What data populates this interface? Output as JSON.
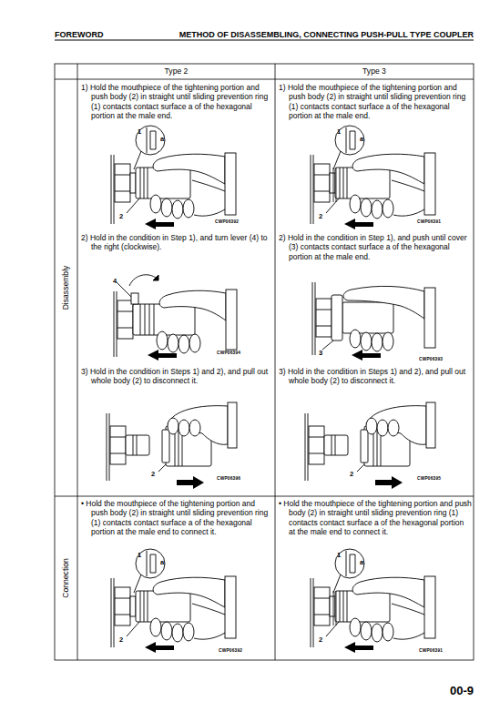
{
  "diagram": {
    "title": "METHOD OF DISASSEMBLING, CONNECTING PUSH-PULL TYPE COUPLER",
    "labels": [
      "FOREWORD",
      "Type 2",
      "Type 3",
      "Disassembly",
      "Connection",
      "1) Hold the mouthpiece of the tightening portion and push body (2) in straight until sliding prevention ring (1) contacts contact surface a of the hexagonal portion at the male end.",
      "1) Hold the mouthpiece of the tightening portion and push body (2) in straight until sliding prevention ring (1) contacts contact surface a of the hexagonal portion at the male end.",
      "2) Hold in the condition in Step 1), and turn lever (4) to the right (clockwise).",
      "2) Hold in the condition in Step 1), and push until cover (3) contacts contact surface a of the hexagonal portion at the male end.",
      "3) Hold in the condition in Steps 1) and 2), and pull out whole body (2) to disconnect it.",
      "3) Hold in the condition in Steps 1) and 2), and pull out whole body (2) to disconnect it.",
      "• Hold the mouthpiece of the tightening portion and push body (2) in straight until sliding prevention ring (1) contacts contact surface a of the hexagonal portion at the male end to connect it.",
      "• Hold the mouthpiece of the tightening portion and push body (2) in straight until sliding prevention ring (1) contacts contact surface a of the hexagonal portion at the male end to connect it.",
      "1",
      "a",
      "2",
      "CWP06392",
      "1",
      "a",
      "2",
      "CWP06391",
      "4",
      "CWP06394",
      "3",
      "CWP06393",
      "2",
      "CWP06396",
      "2",
      "CWP06395",
      "1",
      "a",
      "2",
      "CWP06392",
      "1",
      "a",
      "2",
      "CWP06391",
      "00-9"
    ]
  }
}
